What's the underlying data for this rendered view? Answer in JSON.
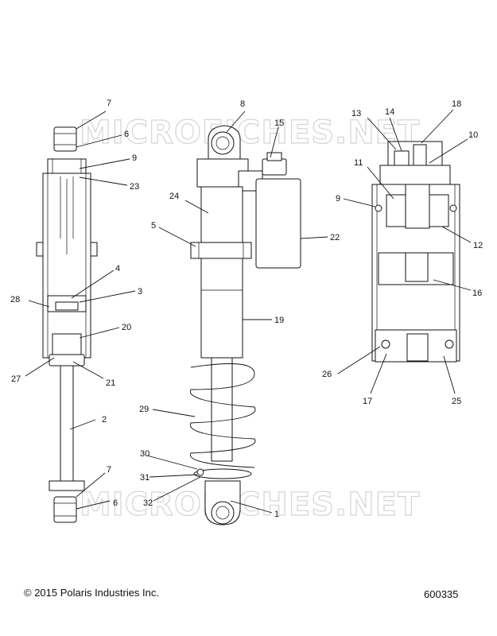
{
  "watermark": "MICROFICHES.NET",
  "footer": {
    "copyright": "© 2015 Polaris Industries Inc.",
    "diagram_number": "600335"
  },
  "callouts": {
    "n1": "1",
    "n2": "2",
    "n3": "3",
    "n4": "4",
    "n5": "5",
    "n6a": "6",
    "n6b": "6",
    "n7a": "7",
    "n7b": "7",
    "n8": "8",
    "n9a": "9",
    "n9b": "9",
    "n10": "10",
    "n11": "11",
    "n12": "12",
    "n13": "13",
    "n14": "14",
    "n15": "15",
    "n16": "16",
    "n17": "17",
    "n18": "18",
    "n19": "19",
    "n20": "20",
    "n21": "21",
    "n22": "22",
    "n23": "23",
    "n24": "24",
    "n25": "25",
    "n26": "26",
    "n27": "27",
    "n28": "28",
    "n29": "29",
    "n30": "30",
    "n31": "31",
    "n32": "32"
  }
}
